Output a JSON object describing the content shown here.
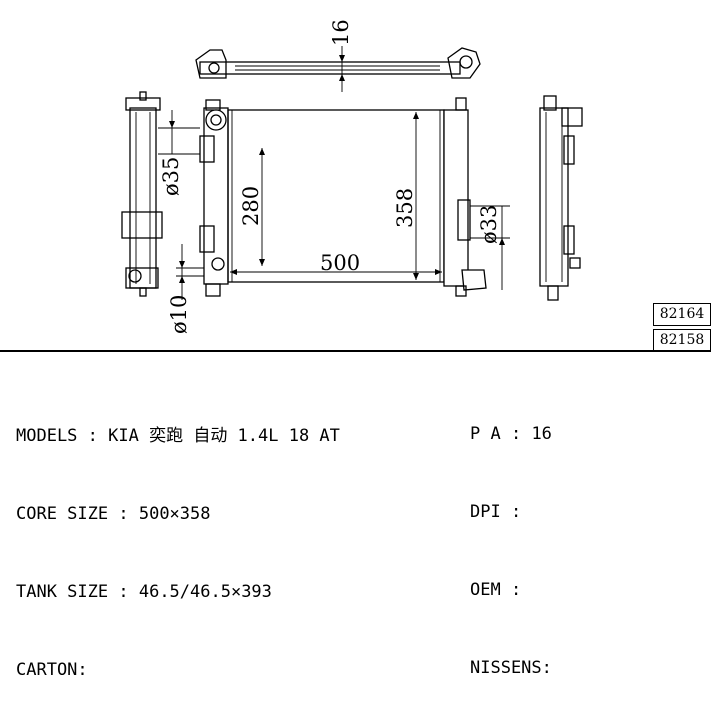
{
  "drawing": {
    "dimensions": {
      "top_thickness": "16",
      "left_pipe": "ø35",
      "inner_height": "280",
      "core_height": "358",
      "core_width": "500",
      "right_pipe": "ø33",
      "small_pipe": "ø10"
    },
    "part_codes": [
      "82164",
      "82158"
    ]
  },
  "specs_left": [
    {
      "label": "MODELS",
      "sep": " : ",
      "value": "KIA 奕跑 自动 1.4L 18 AT"
    },
    {
      "label": "CORE SIZE",
      "sep": " : ",
      "value": "500×358"
    },
    {
      "label": "TANK SIZE",
      "sep": " : ",
      "value": "46.5/46.5×393"
    },
    {
      "label": "CARTON:",
      "sep": "",
      "value": ""
    }
  ],
  "specs_right": [
    {
      "label": "P A",
      "sep": " : ",
      "value": "16"
    },
    {
      "label": "DPI",
      "sep": " :",
      "value": ""
    },
    {
      "label": "OEM",
      "sep": " :",
      "value": ""
    },
    {
      "label": "NISSENS:",
      "sep": "",
      "value": ""
    }
  ]
}
